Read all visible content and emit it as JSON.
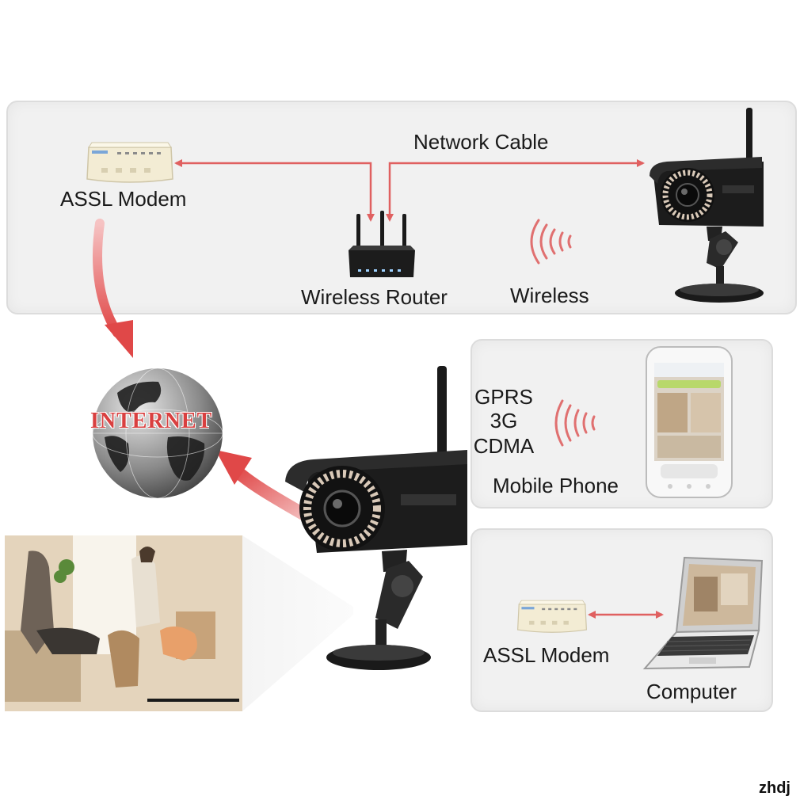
{
  "labels": {
    "network_cable": "Network Cable",
    "assl_modem_top": "ASSL Modem",
    "wireless_router": "Wireless Router",
    "wireless": "Wireless",
    "gprs": "GPRS",
    "g3": "3G",
    "cdma": "CDMA",
    "mobile_phone": "Mobile Phone",
    "assl_modem_bottom": "ASSL Modem",
    "computer": "Computer",
    "internet": "INTERNET"
  },
  "watermark": "zhdj",
  "colors": {
    "arrow_red": "#e06060",
    "arrow_thick": "#e55a5a",
    "panel_bg": "#f1f1f1",
    "camera_body": "#1c1c1c",
    "led_ring": "#d9c9b8"
  },
  "icons": [
    "modem-icon",
    "router-icon",
    "camera-icon",
    "globe-icon",
    "phone-icon",
    "laptop-icon",
    "wireless-signal-icon",
    "room-photo"
  ]
}
